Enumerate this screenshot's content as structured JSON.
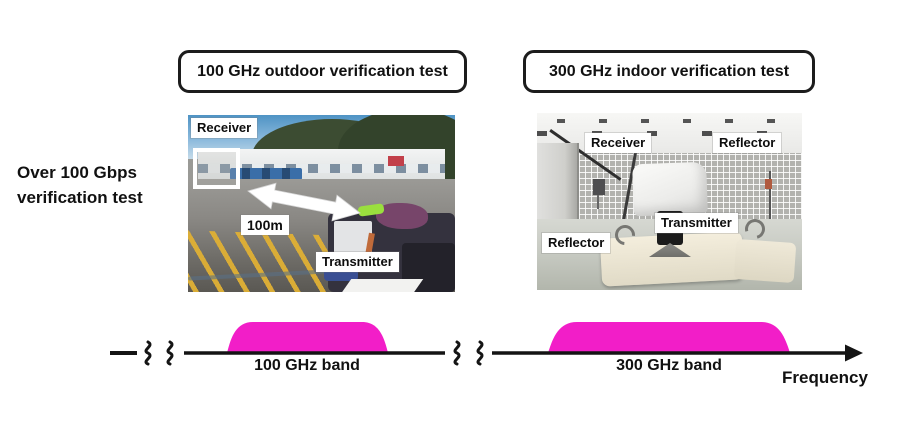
{
  "header": {
    "outdoor_test_title": "100 GHz outdoor verification test",
    "indoor_test_title": "300 GHz indoor verification test"
  },
  "side_label": {
    "line1": "Over 100 Gbps",
    "line2": "verification test"
  },
  "outdoor_photo": {
    "receiver_label": "Receiver",
    "distance_label": "100m",
    "transmitter_label": "Transmitter"
  },
  "indoor_photo": {
    "receiver_label": "Receiver",
    "reflector_top_label": "Reflector",
    "transmitter_label": "Transmitter",
    "reflector_bottom_label": "Reflector"
  },
  "frequency_axis": {
    "band1_label": "100 GHz band",
    "band2_label": "300 GHz band",
    "axis_label": "Frequency",
    "band_color": "#f21ec8",
    "axis_color": "#141414"
  }
}
